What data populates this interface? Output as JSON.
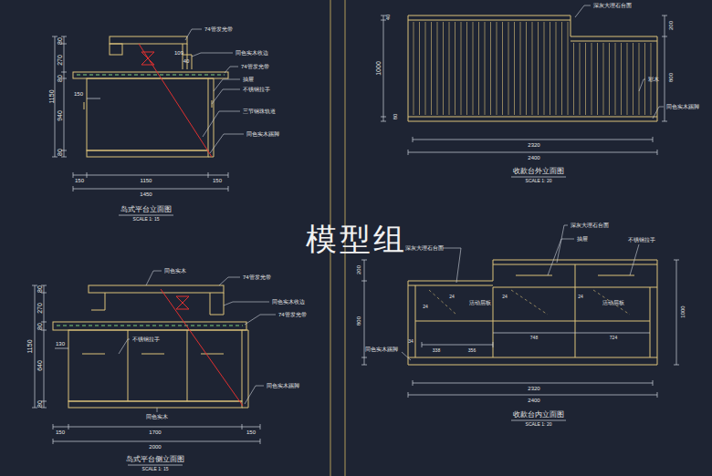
{
  "diagram": {
    "labels": [
      "80",
      "270",
      "80",
      "940",
      "80",
      "1150",
      "150",
      "109",
      "40",
      "74管发光带",
      "同色实木收边",
      "74管发光带",
      "抽屉",
      "不锈钢拉手",
      "三节钢珠轨道",
      "同色实木踢脚",
      "150",
      "1150",
      "150",
      "1450",
      "岛式平台立面图",
      "SCALE 1: 15",
      "同色实木",
      "74管发光带",
      "同色实木收边",
      "74管发光带",
      "不锈钢拉手",
      "同色实木踢脚",
      "同色实木",
      "80",
      "270",
      "80",
      "130",
      "640",
      "80",
      "1150",
      "150",
      "1700",
      "150",
      "2000",
      "岛式平台侧立面图",
      "SCALE 1: 15",
      "40",
      "1000",
      "80",
      "深灰大理石台面",
      "200",
      "800",
      "彩木",
      "同色实木踢脚",
      "2320",
      "2400",
      "收款台外立面图",
      "SCALE 1: 20",
      "深灰大理石台面",
      "深灰大理石台面",
      "抽屉",
      "不锈钢拉手",
      "200",
      "800",
      "1000",
      "24",
      "24",
      "活动层板",
      "24",
      "24",
      "活动层板",
      "34",
      "338",
      "356",
      "748",
      "724",
      "同色实木踢脚",
      "2320",
      "2400",
      "收款台内立面图",
      "SCALE 1: 20",
      "模型组"
    ]
  }
}
